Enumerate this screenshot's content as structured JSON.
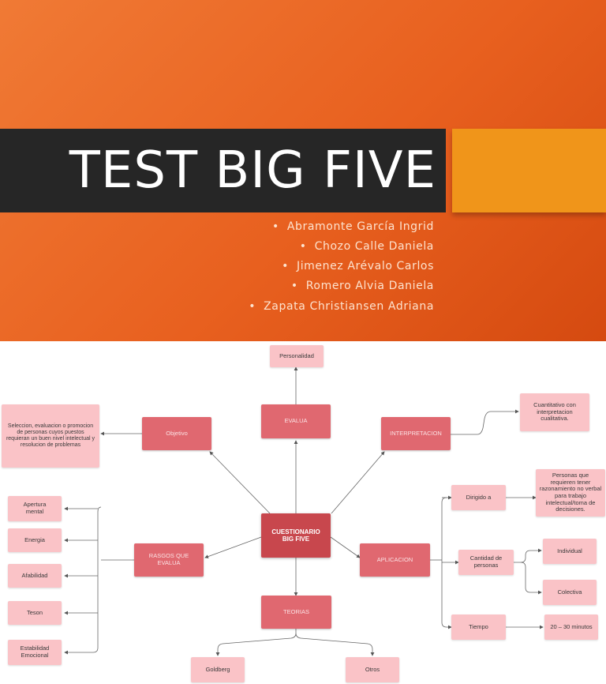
{
  "slide": {
    "title": "TEST BIG FIVE",
    "authors": [
      "Abramonte García Ingrid",
      "Chozo Calle Daniela",
      "Jimenez Arévalo Carlos",
      "Romero Alvia Daniela",
      "Zapata Christiansen Adriana"
    ],
    "bullet": "•"
  },
  "diagram": {
    "center": "CUESTIONARIO BIG FIVE",
    "evalua": "EVALUA",
    "personalidad": "Personalidad",
    "objetivo": "Objetivo",
    "objetivo_desc": "Seleccion, evaluacion o promocion de personas cuyos puestos requieran un buen nivel intelectual y resolucion de problemas",
    "interpretacion": "INTERPRETACION",
    "interpretacion_desc": "Cuantitativo con interpretacion cualitativa.",
    "rasgos": "RASGOS QUE EVALUA",
    "rasgos_items": [
      "Apertura mental",
      "Energia",
      "Afabilidad",
      "Teson",
      "Estabilidad Emocional"
    ],
    "aplicacion": "APLICACION",
    "dirigido": "Dirigido a",
    "dirigido_desc": "Personas que requieren tener razonamiento no verbal para trabajo intelectual/toma de decisiones.",
    "cantidad": "Cantidad de personas",
    "individual": "Individual",
    "colectiva": "Colectiva",
    "tiempo": "Tiempo",
    "tiempo_valor": "20 – 30 minutos",
    "teorias": "TEORIAS",
    "goldberg": "Goldberg",
    "otros": "Otros"
  },
  "colors": {
    "slide_orange": "#e8601f",
    "title_bar": "#262626",
    "accent": "#f0951a",
    "node_dark": "#e06870",
    "node_light": "#fac3c7",
    "node_center": "#c8474d"
  }
}
